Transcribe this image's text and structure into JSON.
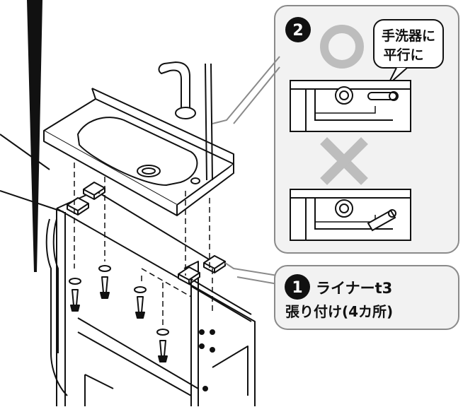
{
  "step2": {
    "number": "2",
    "callout_line1": "手洗器に",
    "callout_line2": "平行に",
    "ok_symbol_icon": "circle-ok-icon",
    "ng_symbol_icon": "cross-ng-icon"
  },
  "step1": {
    "number": "1",
    "line1": "ライナーt3",
    "line2": "張り付け(4カ所)"
  },
  "colors": {
    "ink": "#111111",
    "panel_border": "#8a8a8a",
    "panel_fill": "#f2f2f2",
    "symbol_gray": "#bdbdbd",
    "badge": "#111111"
  }
}
